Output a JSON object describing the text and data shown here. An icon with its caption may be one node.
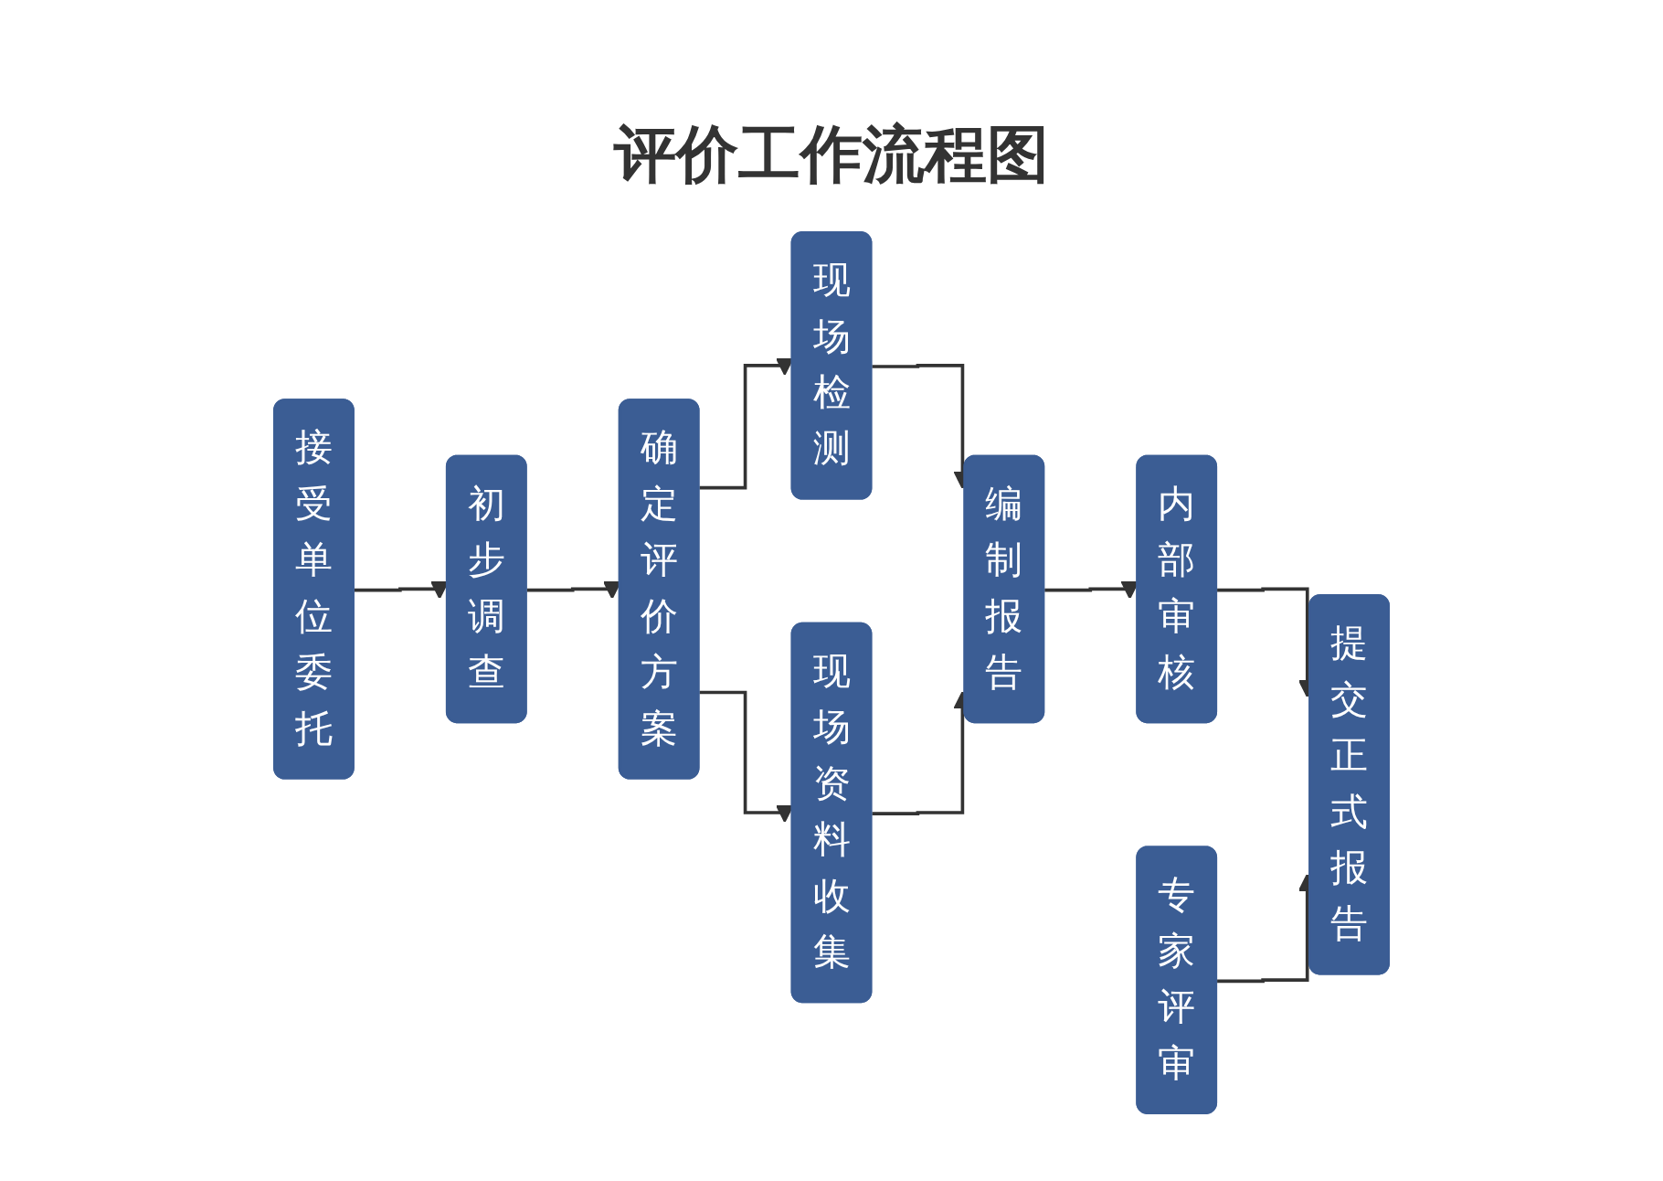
{
  "diagram": {
    "title": "评价工作流程图",
    "nodes": [
      {
        "text": [
          "接受单位委托"
        ]
      },
      {
        "text": [
          "初步调查"
        ]
      },
      {
        "text": [
          "确定评价方案"
        ]
      },
      {
        "text": [
          "现场检测"
        ]
      },
      {
        "text": [
          "现场资料收集"
        ]
      },
      {
        "text": [
          "编制报告"
        ]
      },
      {
        "text": [
          "内部审核"
        ]
      },
      {
        "text": [
          "提交正式报告"
        ]
      },
      {
        "text": [
          "专家评审"
        ]
      }
    ],
    "edges": [
      {
        "from": 0,
        "to": 1,
        "arrow": "to"
      },
      {
        "from": 1,
        "to": 2,
        "arrow": "to"
      },
      {
        "from": 2,
        "to": 3,
        "arrow": "to"
      },
      {
        "from": 2,
        "to": 4,
        "arrow": "to"
      },
      {
        "from": 3,
        "to": 5,
        "arrow": "to"
      },
      {
        "from": 4,
        "to": 5,
        "arrow": "to"
      },
      {
        "from": 5,
        "to": 6,
        "arrow": "to"
      },
      {
        "from": 6,
        "to": 7,
        "arrow": "to"
      },
      {
        "from": 8,
        "to": 7,
        "arrow": "to"
      }
    ]
  }
}
